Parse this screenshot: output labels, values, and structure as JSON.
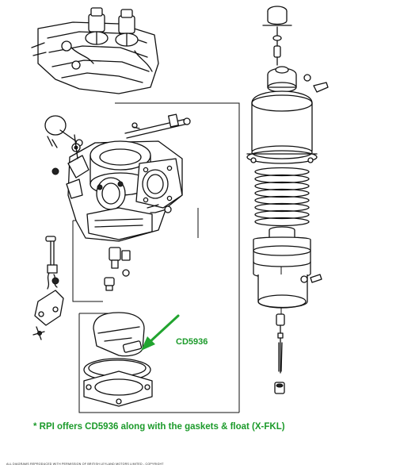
{
  "diagram": {
    "part_callout": "CD5936",
    "note": "* RPI offers CD5936 along with the gaskets & float (X-FKL)",
    "copyright": "All diagrams reproduced with permission of British Leyland Motors Limited - copyright",
    "colors": {
      "callout": "#1b9a2a",
      "arrow": "#21a42f",
      "linework": "#111111"
    }
  }
}
